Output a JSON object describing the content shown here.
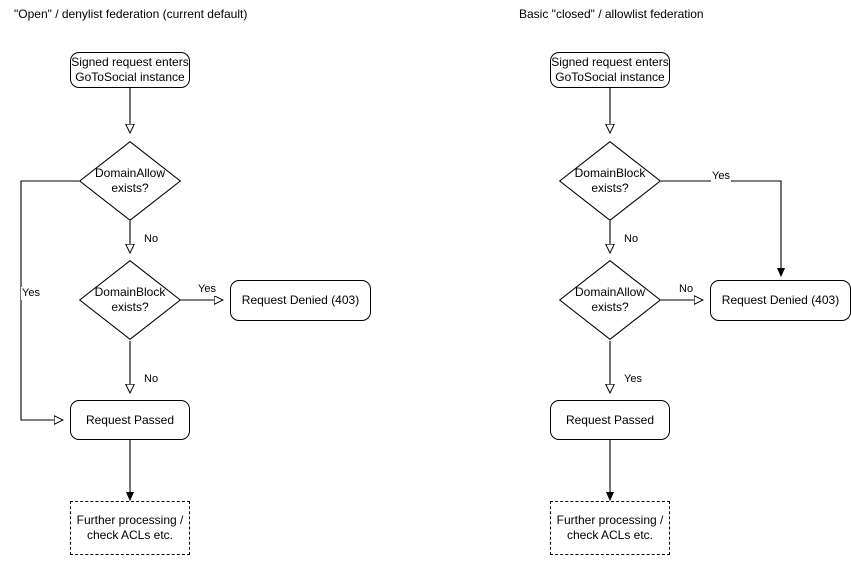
{
  "diagram": {
    "type": "flowchart",
    "background": "#ffffff",
    "stroke": "#000000",
    "columns": [
      {
        "id": "open-denylist",
        "title": "\"Open\" / denylist federation (current default)",
        "nodes": [
          {
            "id": "start",
            "shape": "rounded-rect",
            "label": "Signed request enters\nGoToSocial instance"
          },
          {
            "id": "allow",
            "shape": "diamond",
            "label": "DomainAllow\nexists?"
          },
          {
            "id": "block",
            "shape": "diamond",
            "label": "DomainBlock\nexists?"
          },
          {
            "id": "denied",
            "shape": "rounded-rect",
            "label": "Request Denied (403)"
          },
          {
            "id": "passed",
            "shape": "rounded-rect",
            "label": "Request Passed"
          },
          {
            "id": "further",
            "shape": "dashed-rect",
            "label": "Further processing /\ncheck ACLs etc."
          }
        ],
        "edges": [
          {
            "from": "start",
            "to": "allow",
            "label": ""
          },
          {
            "from": "allow",
            "to": "passed",
            "label": "Yes"
          },
          {
            "from": "allow",
            "to": "block",
            "label": "No"
          },
          {
            "from": "block",
            "to": "denied",
            "label": "Yes"
          },
          {
            "from": "block",
            "to": "passed",
            "label": "No"
          },
          {
            "from": "passed",
            "to": "further",
            "label": ""
          }
        ]
      },
      {
        "id": "closed-allowlist",
        "title": "Basic \"closed\" / allowlist federation",
        "nodes": [
          {
            "id": "start",
            "shape": "rounded-rect",
            "label": "Signed request enters\nGoToSocial instance"
          },
          {
            "id": "block",
            "shape": "diamond",
            "label": "DomainBlock\nexists?"
          },
          {
            "id": "allow",
            "shape": "diamond",
            "label": "DomainAllow\nexists?"
          },
          {
            "id": "denied",
            "shape": "rounded-rect",
            "label": "Request Denied (403)"
          },
          {
            "id": "passed",
            "shape": "rounded-rect",
            "label": "Request Passed"
          },
          {
            "id": "further",
            "shape": "dashed-rect",
            "label": "Further processing /\ncheck ACLs etc."
          }
        ],
        "edges": [
          {
            "from": "start",
            "to": "block",
            "label": ""
          },
          {
            "from": "block",
            "to": "denied",
            "label": "Yes"
          },
          {
            "from": "block",
            "to": "allow",
            "label": "No"
          },
          {
            "from": "allow",
            "to": "denied",
            "label": "No"
          },
          {
            "from": "allow",
            "to": "passed",
            "label": "Yes"
          },
          {
            "from": "passed",
            "to": "further",
            "label": ""
          }
        ]
      }
    ]
  }
}
